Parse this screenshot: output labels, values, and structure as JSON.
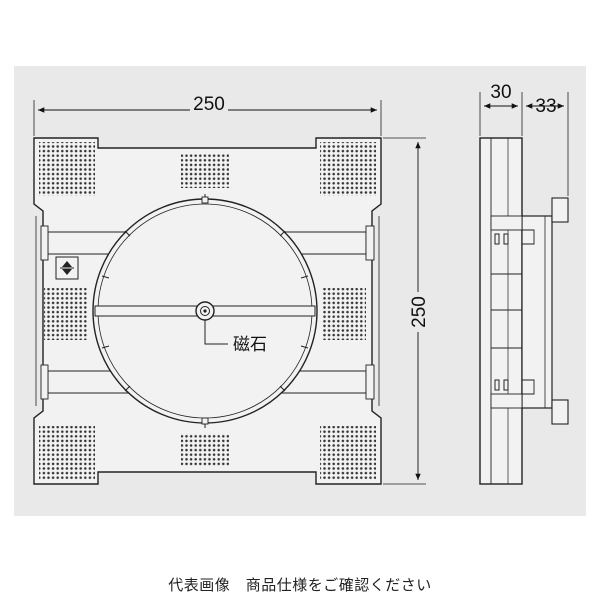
{
  "dimensions": {
    "front_width": "250",
    "front_height": "250",
    "side_depth": "30",
    "side_protrusion": "33"
  },
  "callout": {
    "magnet_label": "磁石"
  },
  "caption": "代表画像　商品仕様をご確認ください",
  "colors": {
    "panel_bg": "#e9e9e9",
    "body_fill": "#f2f2f2",
    "line": "#222222",
    "dot": "#333333"
  }
}
